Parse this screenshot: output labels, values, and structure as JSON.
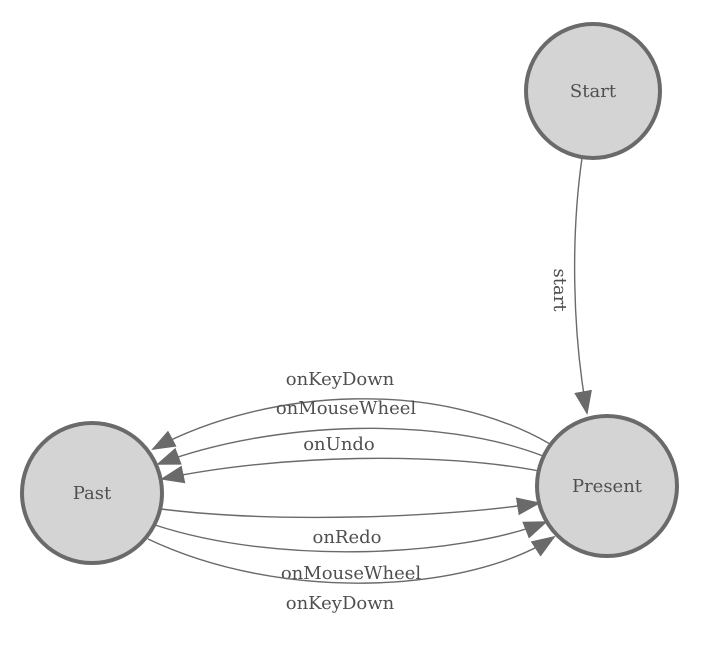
{
  "diagram": {
    "kind": "state-machine",
    "colors": {
      "node_fill": "#d4d4d4",
      "node_stroke": "#6a6a6a",
      "edge_stroke": "#6a6a6a",
      "arrowhead": "#6a6a6a",
      "text": "#4f4f4f",
      "background": "#ffffff"
    },
    "nodes": [
      {
        "id": "start-state",
        "label": "Start"
      },
      {
        "id": "present-state",
        "label": "Present"
      },
      {
        "id": "past-state",
        "label": "Past"
      }
    ],
    "edges": [
      {
        "label": "start",
        "from": "Start",
        "to": "Present"
      },
      {
        "label": "onKeyDown",
        "from": "Present",
        "to": "Past"
      },
      {
        "label": "onMouseWheel",
        "from": "Present",
        "to": "Past"
      },
      {
        "label": "onUndo",
        "from": "Present",
        "to": "Past"
      },
      {
        "label": "onRedo",
        "from": "Past",
        "to": "Present"
      },
      {
        "label": "onMouseWheel",
        "from": "Past",
        "to": "Present"
      },
      {
        "label": "onKeyDown",
        "from": "Past",
        "to": "Present"
      }
    ]
  }
}
